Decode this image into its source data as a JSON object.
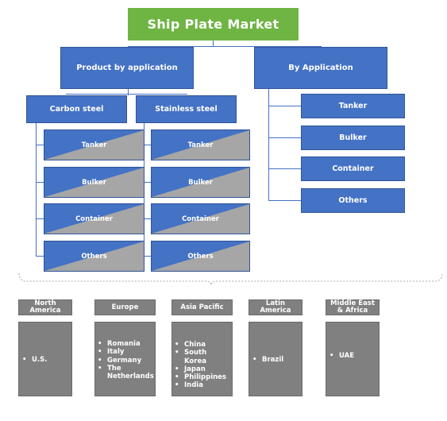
{
  "title": "Ship Plate Market",
  "product": {
    "label": "Product by application",
    "carbon": {
      "label": "Carbon steel",
      "items": [
        "Tanker",
        "Bulker",
        "Container",
        "Others"
      ]
    },
    "stainless": {
      "label": "Stainless steel",
      "items": [
        "Tanker",
        "Bulker",
        "Container",
        "Others"
      ]
    }
  },
  "application": {
    "label": "By Application",
    "items": [
      "Tanker",
      "Bulker",
      "Container",
      "Others"
    ]
  },
  "regions": [
    {
      "name": "North America",
      "items": [
        "U.S."
      ]
    },
    {
      "name": "Europe",
      "items": [
        "Romania",
        "Italy",
        "Germany",
        "The Netherlands"
      ]
    },
    {
      "name": "Asia Pacific",
      "items": [
        "China",
        "South Korea",
        "Japan",
        "Philippines",
        "India"
      ]
    },
    {
      "name": "Latin America",
      "items": [
        "Brazil"
      ]
    },
    {
      "name": "Middle East & Africa",
      "items": [
        "UAE"
      ]
    }
  ],
  "colors": {
    "title_bg": "#6fb544",
    "box_bg": "#4472c4",
    "gray": "#a6a6a6",
    "region_bg": "#808080"
  }
}
